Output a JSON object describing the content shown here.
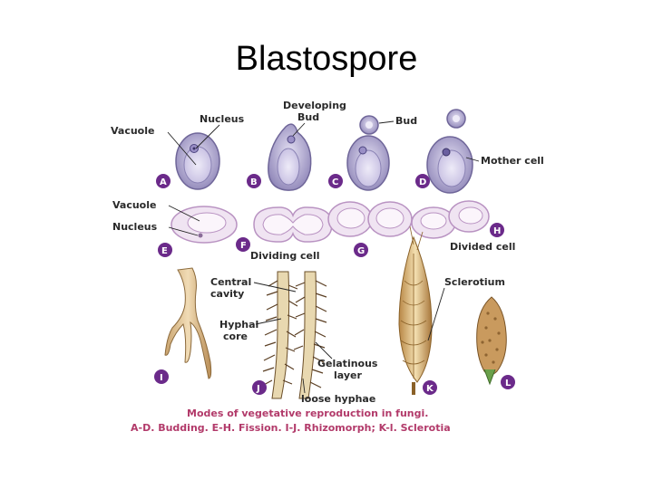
{
  "title": "Blastospore",
  "colors": {
    "letter_badge": "#6b2a8a",
    "cell_fill": "#c9c2e4",
    "caption": "#b23a6a"
  },
  "labels": {
    "vacuole_top": "Vacuole",
    "nucleus_top": "Nucleus",
    "developing_bud": "Developing\nBud",
    "bud": "Bud",
    "mother_cell": "Mother cell",
    "vacuole_mid": "Vacuole",
    "nucleus_mid": "Nucleus",
    "dividing_cell": "Dividing cell",
    "divided_cell": "Divided cell",
    "central_cavity": "Central\ncavity",
    "hyphal_core": "Hyphal\ncore",
    "gelatinous_layer": "Gelatinous\nlayer",
    "loose_hyphae": "loose hyphae",
    "sclerotium": "Sclerotium"
  },
  "letters": [
    "A",
    "B",
    "C",
    "D",
    "E",
    "F",
    "G",
    "H",
    "I",
    "J",
    "K",
    "L"
  ],
  "caption": {
    "line1": "Modes of vegetative reproduction in fungi.",
    "line2": "A-D. Budding. E-H. Fission. I-J. Rhizomorph; K-l. Sclerotia"
  }
}
